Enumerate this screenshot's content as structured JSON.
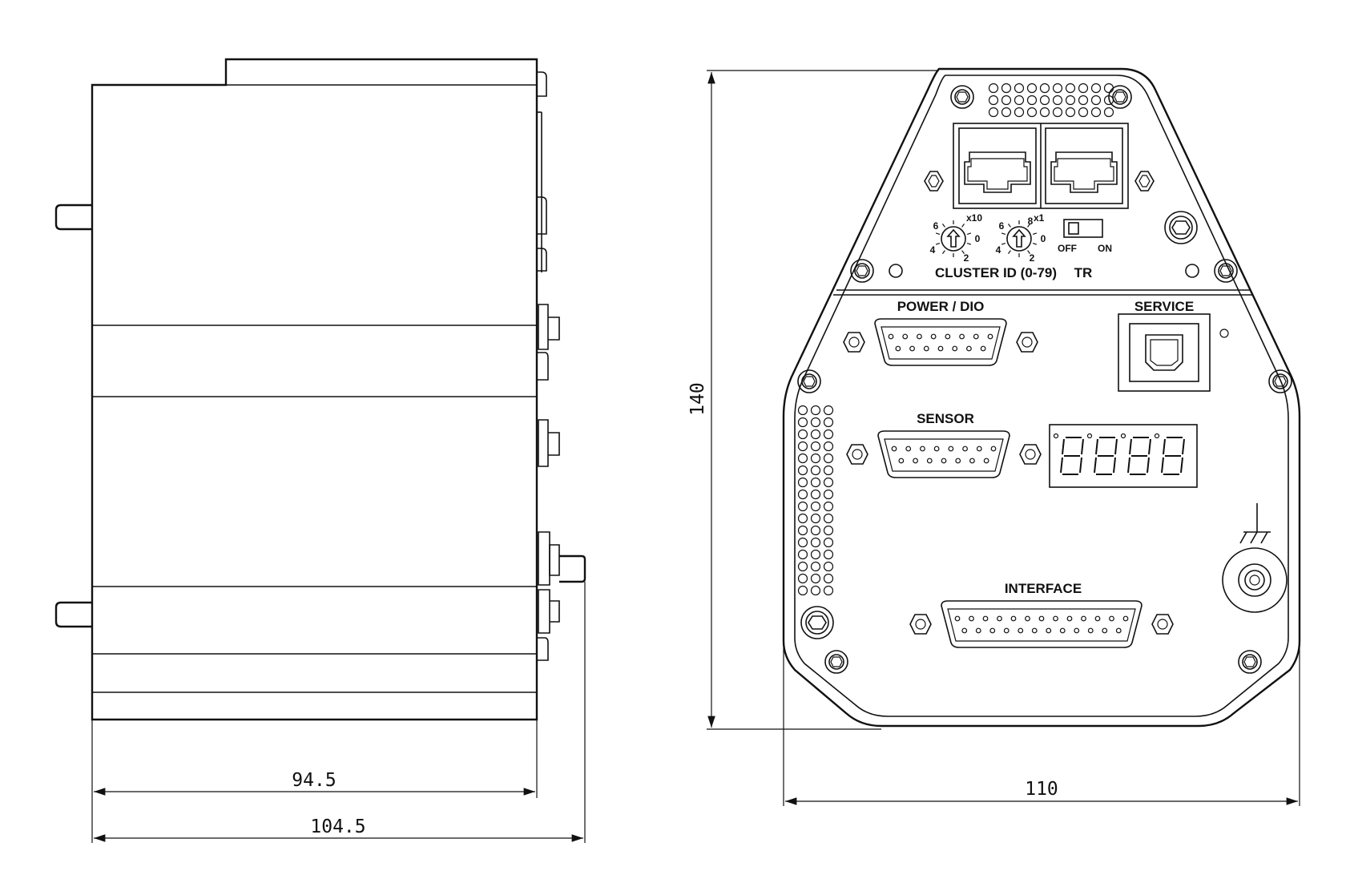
{
  "dimensions": {
    "side_depth": "94.5",
    "side_depth_total": "104.5",
    "front_width": "110",
    "front_height": "140"
  },
  "labels": {
    "power_dio": "POWER / DIO",
    "service": "SERVICE",
    "sensor": "SENSOR",
    "interface": "INTERFACE",
    "cluster_id": "CLUSTER ID (0-79)",
    "tr": "TR",
    "off": "OFF",
    "on": "ON",
    "x10": "x10",
    "x1": "x1"
  },
  "dial_digits": {
    "six": "6",
    "eight": "8",
    "four": "4",
    "zero": "0",
    "two": "2"
  },
  "icons": [
    "ground-symbol-icon",
    "rj45-port-icon",
    "usb-b-port-icon",
    "rotary-switch-icon",
    "seven-segment-display-icon"
  ]
}
